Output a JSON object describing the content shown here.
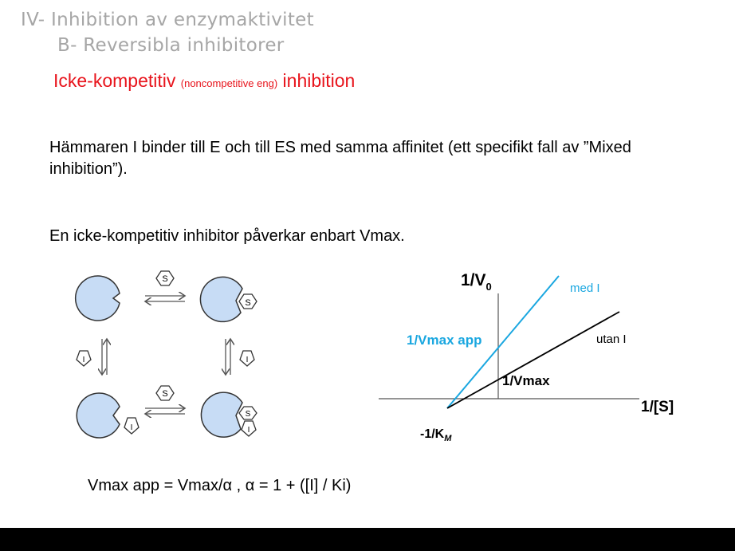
{
  "title": {
    "line1": "IV- Inhibition av enzymaktivitet",
    "line2": "B- Reversibla inhibitorer"
  },
  "subtitle": {
    "main": "Icke-kompetitiv ",
    "note": "(noncompetitive eng)",
    "end": " inhibition"
  },
  "paragraphs": {
    "p1": "Hämmaren I binder till E och till ES med samma affinitet (ett specifikt fall av ”Mixed inhibition”).",
    "p2": "En icke-kompetitiv inhibitor påverkar enbart Vmax."
  },
  "scheme": {
    "substrate_label": "S",
    "inhibitor_label": "I"
  },
  "plot": {
    "y_axis_label": "1/V",
    "y_axis_sub": "0",
    "x_axis_label": "1/[S]",
    "x_intercept_label": "-1/K",
    "x_intercept_sub": "M",
    "vmax_label": "1/Vmax",
    "vmax_app_label": "1/Vmax app",
    "with_inhibitor_label": "med I",
    "without_inhibitor_label": "utan I",
    "colors": {
      "with_inhibitor": "#1aa7e0",
      "without_inhibitor": "#000000"
    }
  },
  "formula": "Vmax app = Vmax/α , α = 1 + ([I] / Ki)"
}
